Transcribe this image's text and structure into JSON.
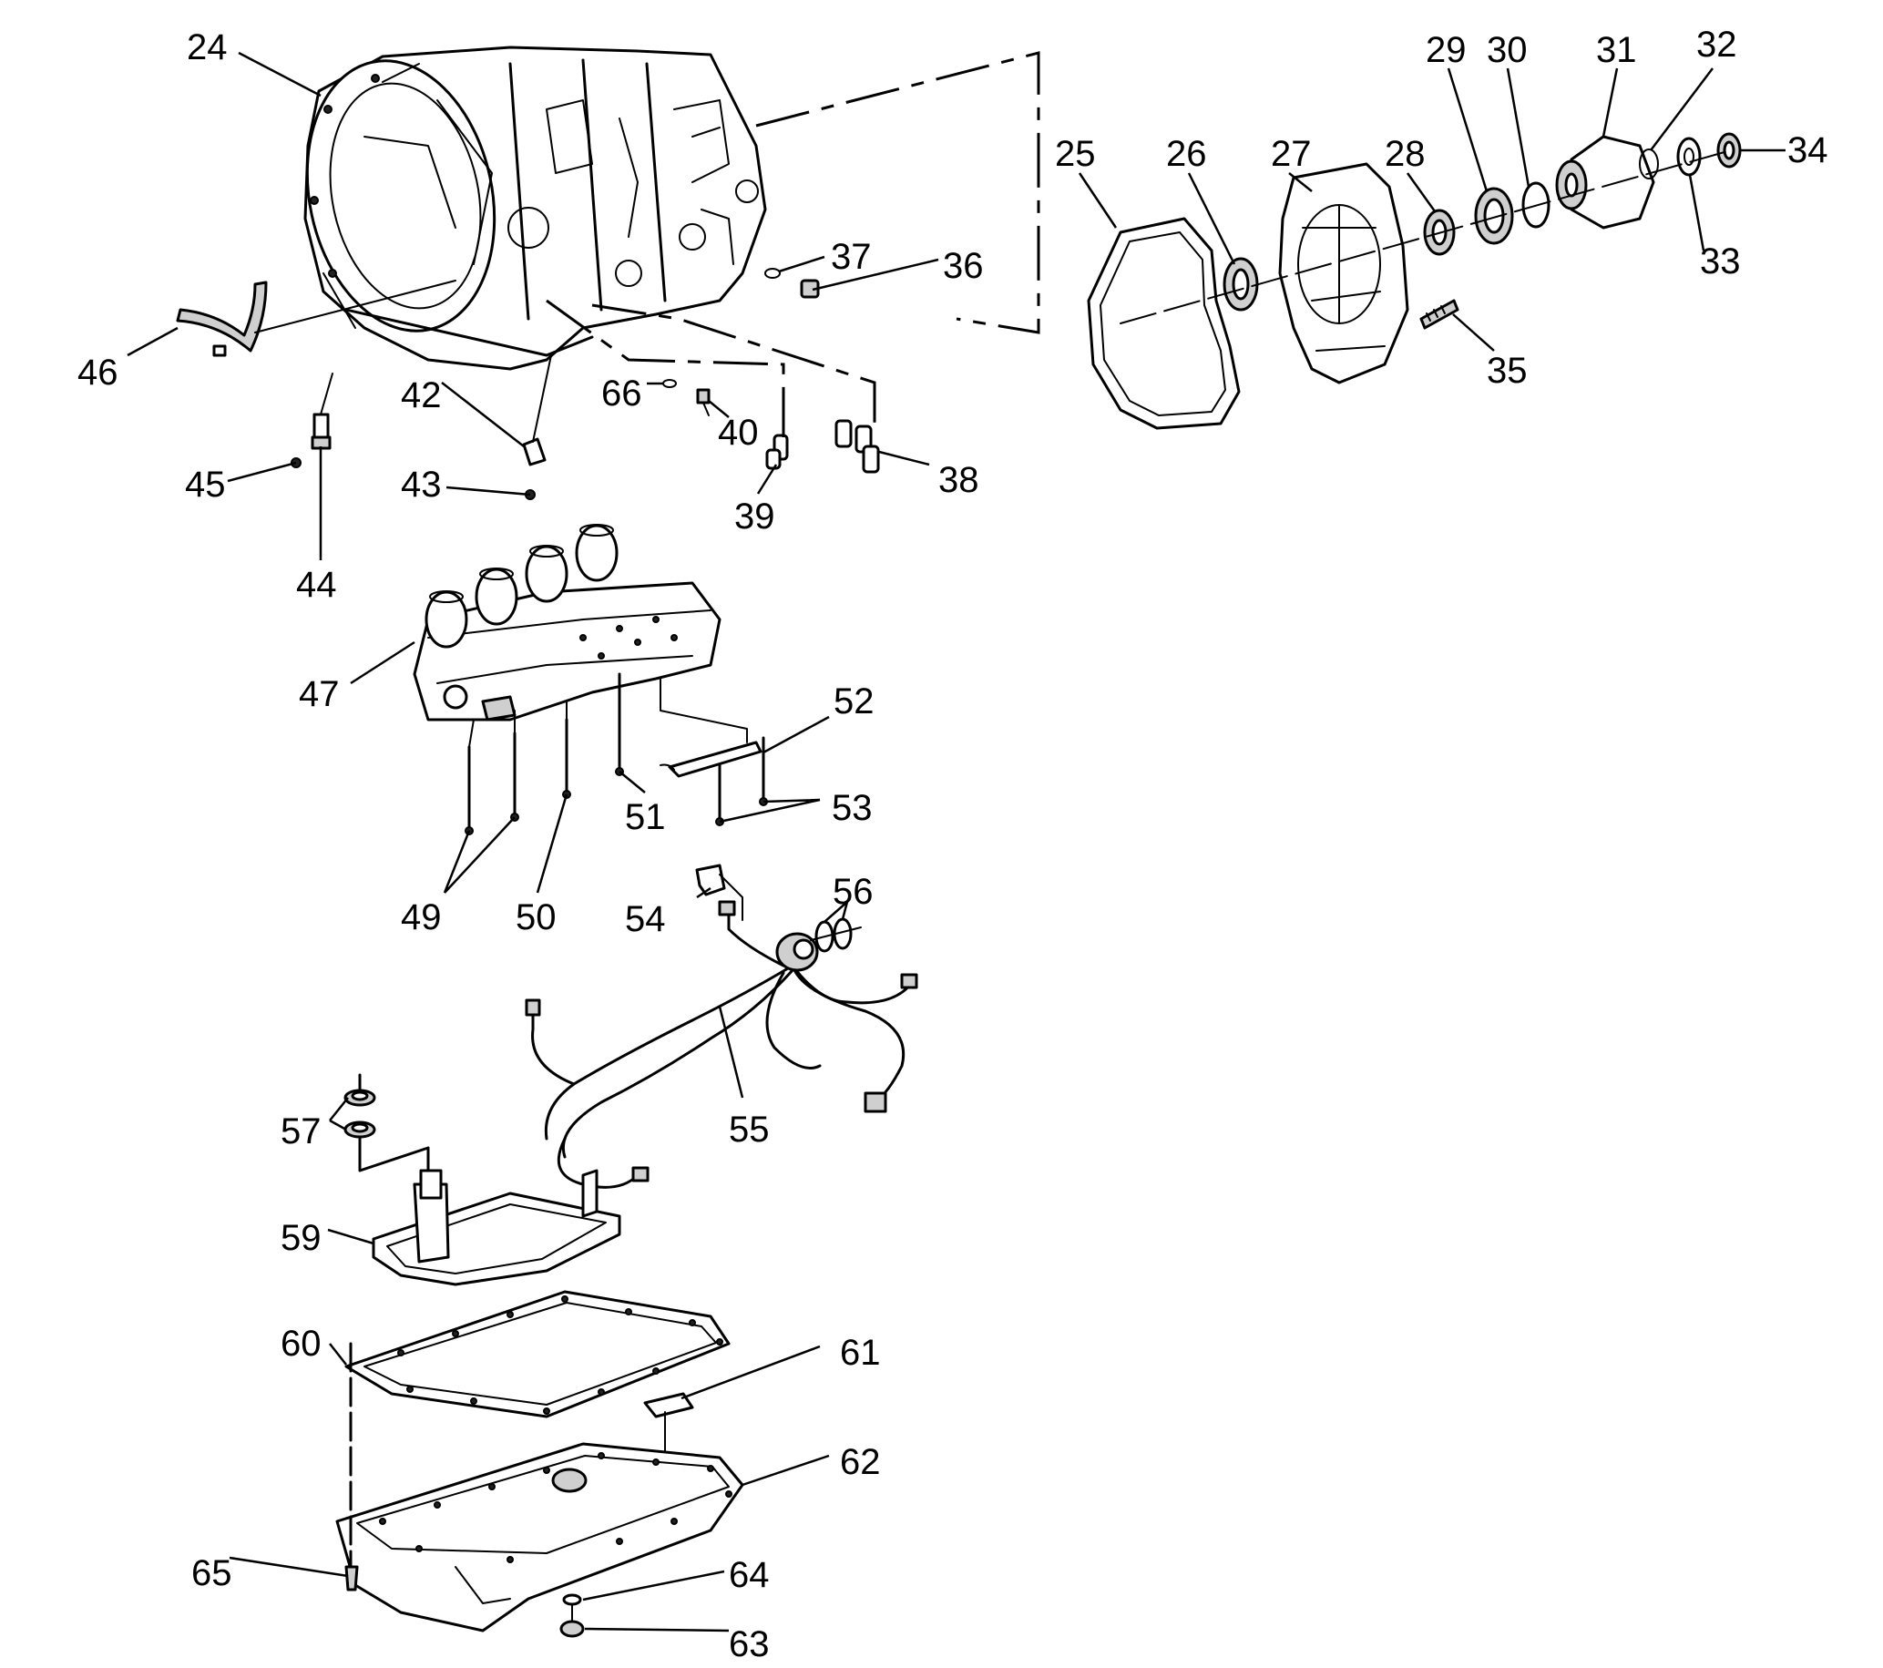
{
  "callouts": {
    "c24": "24",
    "c25": "25",
    "c26": "26",
    "c27": "27",
    "c28": "28",
    "c29": "29",
    "c30": "30",
    "c31": "31",
    "c32": "32",
    "c33": "33",
    "c34": "34",
    "c35": "35",
    "c36": "36",
    "c37": "37",
    "c38": "38",
    "c39": "39",
    "c40": "40",
    "c42": "42",
    "c43": "43",
    "c44": "44",
    "c45": "45",
    "c46": "46",
    "c47": "47",
    "c49": "49",
    "c50": "50",
    "c51": "51",
    "c52": "52",
    "c53": "53",
    "c54": "54",
    "c55": "55",
    "c56": "56",
    "c57": "57",
    "c59": "59",
    "c60": "60",
    "c61": "61",
    "c62": "62",
    "c63": "63",
    "c64": "64",
    "c65": "65",
    "c66": "66"
  }
}
